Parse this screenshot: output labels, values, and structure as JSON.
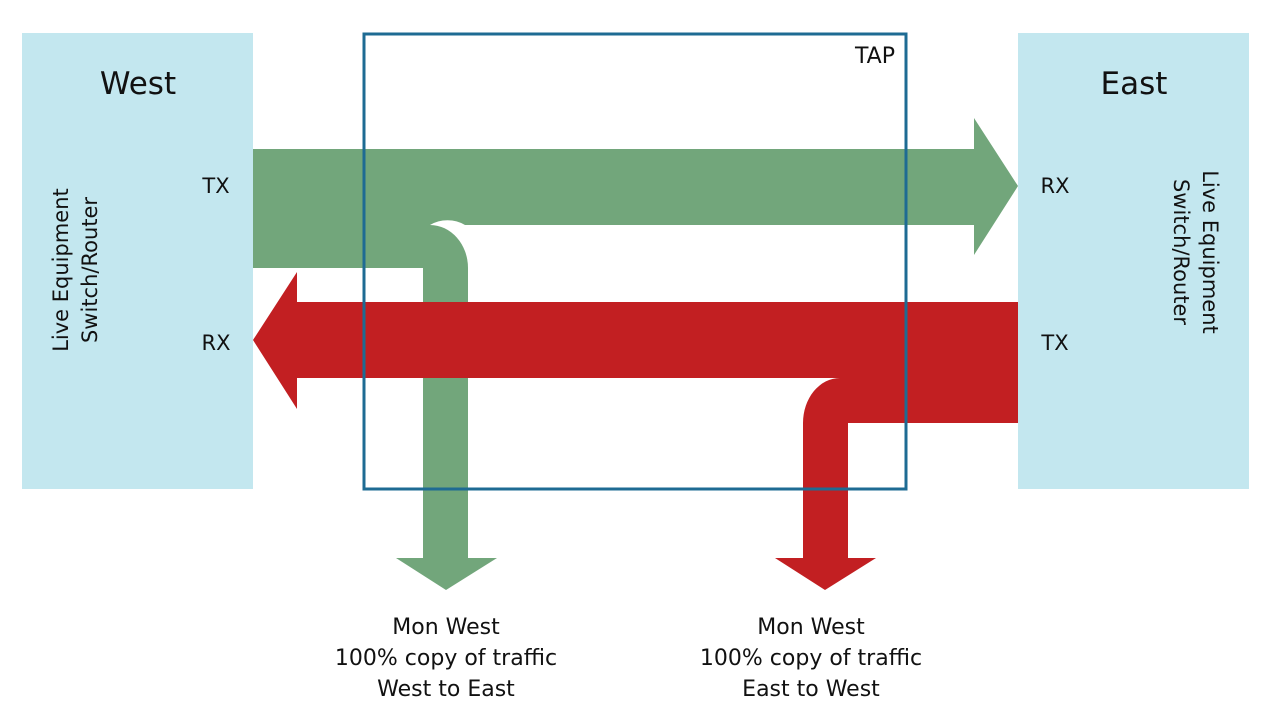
{
  "colors": {
    "device_fill": "#c3e7ef",
    "tap_border": "#1e6b93",
    "west_to_east": "#72a67b",
    "east_to_west": "#c21f22",
    "text": "#111111"
  },
  "west": {
    "title": "West",
    "equipment_line1": "Live Equipment",
    "equipment_line2": "Switch/Router",
    "tx_label": "TX",
    "rx_label": "RX"
  },
  "east": {
    "title": "East",
    "equipment_line1": "Live Equipment",
    "equipment_line2": "Switch/Router",
    "rx_label": "RX",
    "tx_label": "TX"
  },
  "tap": {
    "label": "TAP"
  },
  "monitors": [
    {
      "line1": "Mon West",
      "line2": "100% copy of traffic",
      "line3": "West to East"
    },
    {
      "line1": "Mon West",
      "line2": "100% copy of traffic",
      "line3": "East to West"
    }
  ]
}
